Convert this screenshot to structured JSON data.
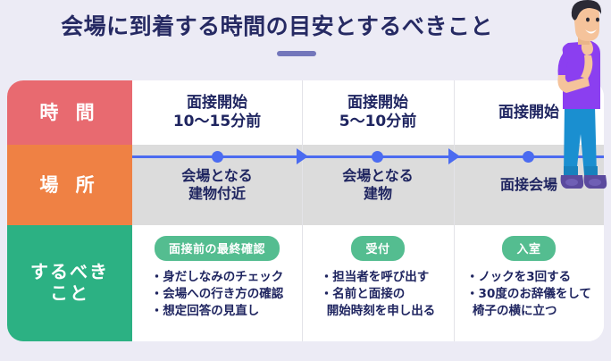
{
  "page": {
    "title": "会場に到着する時間の目安とするべきこと",
    "background_color": "#ecebf5",
    "title_color": "#262a63",
    "rule_color": "#7376bb"
  },
  "table": {
    "row_labels": [
      {
        "text": "時 間",
        "color": "#e86a70",
        "name": "time"
      },
      {
        "text": "場 所",
        "color": "#ef8144",
        "name": "place"
      },
      {
        "text": "するべき\nこと",
        "line1": "するべき",
        "line2": "こと",
        "color": "#2cb183",
        "name": "todo"
      }
    ],
    "columns": [
      {
        "time_line1": "面接開始",
        "time_line2": "10〜15分前",
        "place_line1": "会場となる",
        "place_line2": "建物付近",
        "badge": "面接前の最終確認",
        "bullets": [
          {
            "text": "・身だしなみのチェック"
          },
          {
            "text": "・会場への行き方の確認"
          },
          {
            "text": "・想定回答の見直し"
          }
        ]
      },
      {
        "time_line1": "面接開始",
        "time_line2": "5〜10分前",
        "place_line1": "会場となる",
        "place_line2": "建物",
        "badge": "受付",
        "bullets": [
          {
            "text": "・担当者を呼び出す"
          },
          {
            "text": "・名前と面接の"
          },
          {
            "text": "開始時刻を申し出る",
            "continuation": true
          }
        ]
      },
      {
        "time_line1": "面接開始",
        "time_line2": "",
        "place_line1": "面接会場",
        "place_line2": "",
        "badge": "入室",
        "bullets": [
          {
            "text": "・ノックを3回する"
          },
          {
            "text": "・30度のお辞儀をして"
          },
          {
            "text": "椅子の横に立つ",
            "continuation": true
          }
        ]
      }
    ],
    "badge_color": "#54bd90",
    "text_color": "#1f2560",
    "place_row_bg": "#dcdcdc"
  },
  "timeline": {
    "color": "#4b6bf0",
    "dots": 3,
    "arrows": 2
  },
  "illustration": {
    "name": "thinking-man",
    "shirt_color": "#8b3ff0",
    "pants_color": "#1a8fd0",
    "shoe_color": "#5b4a9e",
    "hair_color": "#2b2a35",
    "skin_color": "#f5c39b"
  }
}
